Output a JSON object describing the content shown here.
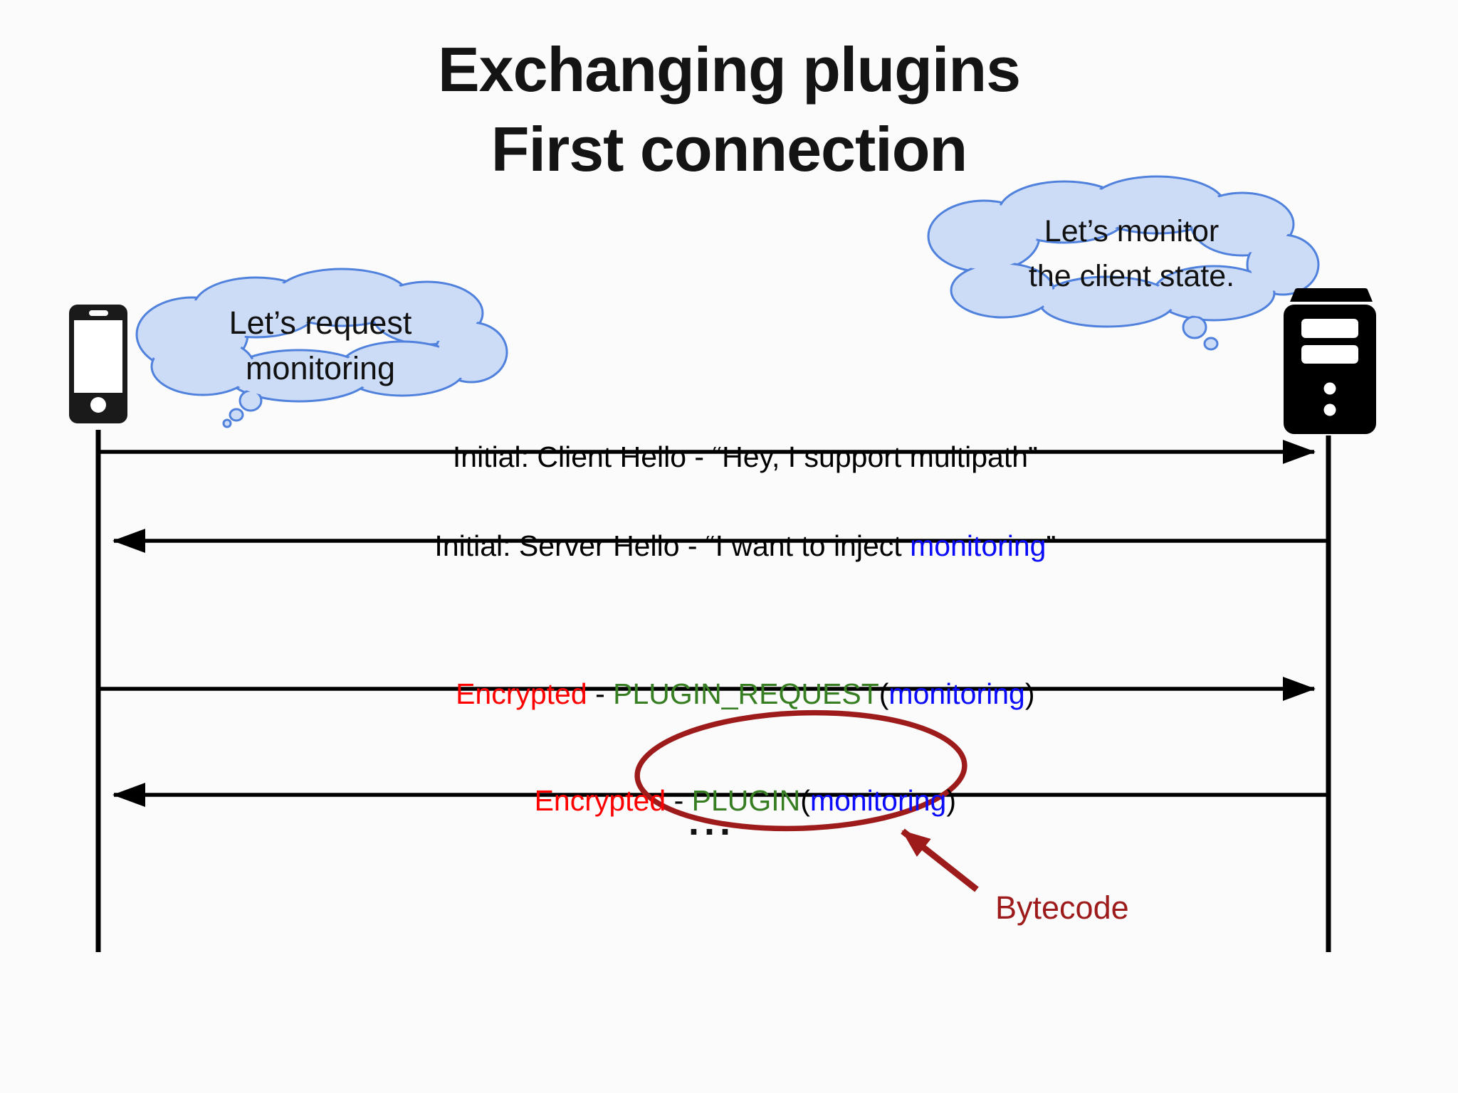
{
  "title": {
    "line1": "Exchanging plugins",
    "line2": "First connection"
  },
  "client_bubble": {
    "speaker": "client",
    "line1": "Let’s request",
    "line2": "monitoring"
  },
  "server_bubble": {
    "speaker": "server",
    "line1": "Let’s monitor",
    "line2": "the client state."
  },
  "actors": {
    "client_icon": "smartphone-icon",
    "server_icon": "server-icon"
  },
  "messages": [
    {
      "direction": "client-to-server",
      "parts": [
        {
          "text": "Initial: Client Hello - “Hey, I support multipath”",
          "color": "#000000"
        }
      ]
    },
    {
      "direction": "server-to-client",
      "parts": [
        {
          "text": "Initial: Server Hello - “I want to inject ",
          "color": "#000000"
        },
        {
          "text": "monitoring",
          "color": "#0b0bfb"
        },
        {
          "text": "”",
          "color": "#000000"
        }
      ]
    },
    {
      "direction": "client-to-server",
      "parts": [
        {
          "text": "Encrypted",
          "color": "#fe0000"
        },
        {
          "text": " - ",
          "color": "#000000"
        },
        {
          "text": "PLUGIN_REQUEST",
          "color": "#377e22"
        },
        {
          "text": "(",
          "color": "#000000"
        },
        {
          "text": "monitoring",
          "color": "#0b0bfb"
        },
        {
          "text": ")",
          "color": "#000000"
        }
      ]
    },
    {
      "direction": "server-to-client",
      "parts": [
        {
          "text": "Encrypted",
          "color": "#fe0000"
        },
        {
          "text": " - ",
          "color": "#000000"
        },
        {
          "text": "PLUGIN",
          "color": "#377e22"
        },
        {
          "text": "(",
          "color": "#000000"
        },
        {
          "text": "monitoring",
          "color": "#0b0bfb"
        },
        {
          "text": ")",
          "color": "#000000"
        }
      ]
    }
  ],
  "ellipsis": "...",
  "annotation": {
    "label": "Bytecode"
  },
  "colors": {
    "encrypted_red": "#fe0000",
    "plugin_green": "#377e22",
    "monitoring_blue": "#0b0bfb",
    "annotation_dark_red": "#9e1b1b",
    "bubble_fill": "#ccdbf6",
    "bubble_stroke": "#4f81dd",
    "diagram_black": "#000000"
  }
}
